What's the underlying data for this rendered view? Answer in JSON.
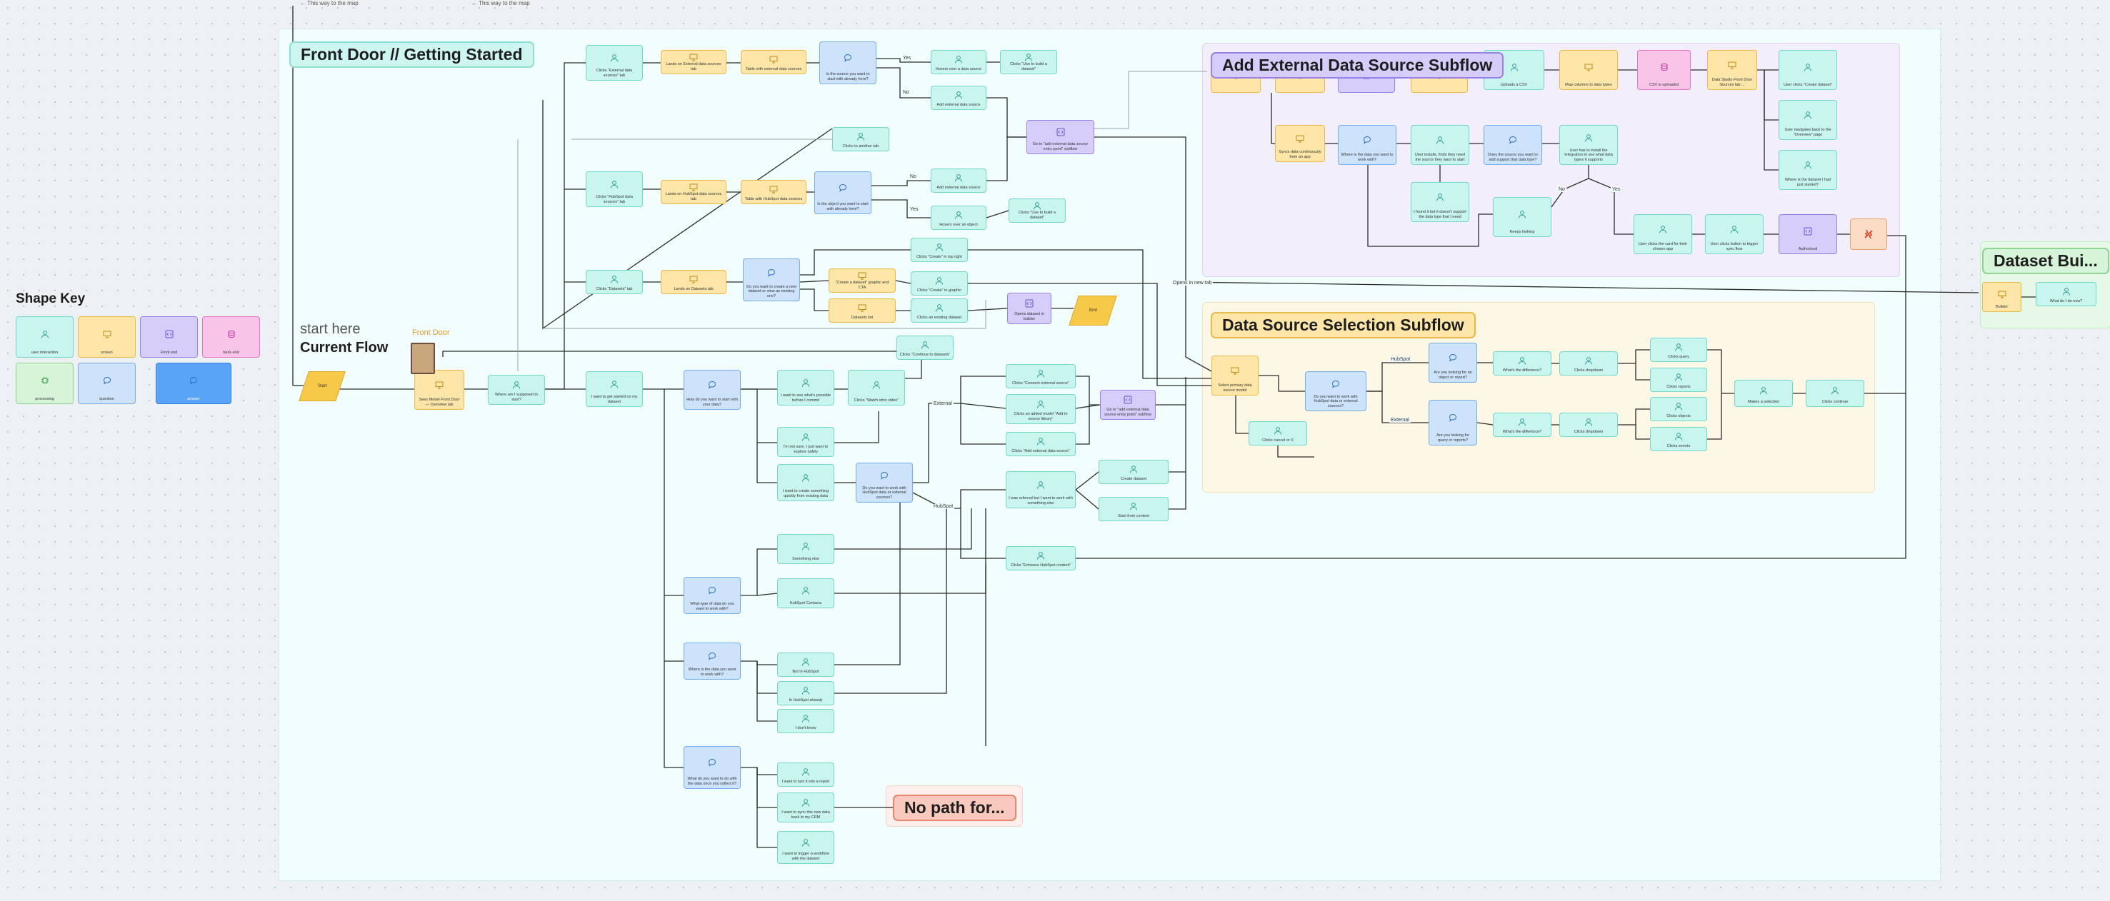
{
  "top_notes": [
    "← This way to the map",
    "← This way to the map"
  ],
  "shape_key": {
    "title": "Shape Key",
    "items": [
      {
        "label": "user interaction",
        "color": "cyan",
        "icon": "person-icon"
      },
      {
        "label": "screen",
        "color": "yellow",
        "icon": "monitor-icon"
      },
      {
        "label": "Front end",
        "color": "purple",
        "icon": "code-icon"
      },
      {
        "label": "back end",
        "color": "pink",
        "icon": "database-icon"
      },
      {
        "label": "processing",
        "color": "green",
        "icon": "processor-icon"
      },
      {
        "label": "question",
        "color": "blue",
        "icon": "speech-bubble-icon"
      },
      {
        "label": "answer",
        "color": "solid-blue",
        "icon": "speech-bubble-icon"
      }
    ]
  },
  "start": {
    "heading": "start here",
    "subheading": "Current Flow",
    "start_label": "Start",
    "front_door_label": "Front Door"
  },
  "sections": {
    "front_door": "Front Door // Getting Started",
    "add_external": "Add External Data Source Subflow",
    "data_source_selection": "Data Source Selection Subflow",
    "dataset_builder": "Dataset Bui...",
    "no_path": "No path for..."
  },
  "edge_labels": {
    "yes": "Yes",
    "no": "No",
    "external": "External",
    "hubspot": "HubSpot",
    "opens_new_tab": "Opens in new tab"
  },
  "nodes": [
    {
      "id": "n1",
      "color": "yellow",
      "icon": "monitor-icon",
      "label": "Sees Model Front Door — Overview tab"
    },
    {
      "id": "n2",
      "color": "cyan",
      "icon": "person-icon",
      "label": "Where am I supposed to start?"
    },
    {
      "id": "n3",
      "color": "cyan",
      "icon": "person-icon",
      "label": "Clicks \"External data sources\" tab"
    },
    {
      "id": "n4",
      "color": "yellow",
      "icon": "monitor-icon",
      "label": "Lands on External data sources tab"
    },
    {
      "id": "n5",
      "color": "yellow",
      "icon": "monitor-icon",
      "label": "Table with external data sources"
    },
    {
      "id": "n6",
      "color": "blue",
      "icon": "speech-bubble-icon",
      "label": "Is the source you want to start with already here?"
    },
    {
      "id": "n7",
      "color": "cyan",
      "icon": "person-icon",
      "label": "Hovers over a data source"
    },
    {
      "id": "n8",
      "color": "cyan",
      "icon": "person-icon",
      "label": "Clicks \"Use to build a dataset\""
    },
    {
      "id": "n9",
      "color": "cyan",
      "icon": "person-icon",
      "label": "Add external data source"
    },
    {
      "id": "n10",
      "color": "purple",
      "icon": "code-icon",
      "label": "Go to \"add external data source entry point\" subflow"
    },
    {
      "id": "n11",
      "color": "cyan",
      "icon": "person-icon",
      "label": "Clicks to another tab"
    },
    {
      "id": "n12",
      "color": "cyan",
      "icon": "person-icon",
      "label": "Clicks \"HubSpot data sources\" tab"
    },
    {
      "id": "n13",
      "color": "yellow",
      "icon": "monitor-icon",
      "label": "Lands on HubSpot data sources tab"
    },
    {
      "id": "n14",
      "color": "yellow",
      "icon": "monitor-icon",
      "label": "Table with HubSpot data sources"
    },
    {
      "id": "n15",
      "color": "blue",
      "icon": "speech-bubble-icon",
      "label": "Is the object you want to start with already here?"
    },
    {
      "id": "n16",
      "color": "cyan",
      "icon": "person-icon",
      "label": "Add external data source"
    },
    {
      "id": "n17",
      "color": "cyan",
      "icon": "person-icon",
      "label": "Hovers over an object"
    },
    {
      "id": "n18",
      "color": "cyan",
      "icon": "person-icon",
      "label": "Clicks \"Use to build a dataset\""
    },
    {
      "id": "n19",
      "color": "cyan",
      "icon": "person-icon",
      "label": "Clicks \"Datasets\" tab"
    },
    {
      "id": "n20",
      "color": "yellow",
      "icon": "monitor-icon",
      "label": "Lands on Datasets tab"
    },
    {
      "id": "n21",
      "color": "blue",
      "icon": "speech-bubble-icon",
      "label": "Do you want to create a new dataset or view an existing one?"
    },
    {
      "id": "n22",
      "color": "cyan",
      "icon": "person-icon",
      "label": "Clicks \"Create\" in top right"
    },
    {
      "id": "n23",
      "color": "yellow",
      "icon": "monitor-icon",
      "label": "\"Create a dataset\" graphic and CTA"
    },
    {
      "id": "n24",
      "color": "cyan",
      "icon": "person-icon",
      "label": "Clicks \"Create\" in graphic"
    },
    {
      "id": "n25",
      "color": "yellow",
      "icon": "monitor-icon",
      "label": "Datasets list"
    },
    {
      "id": "n26",
      "color": "cyan",
      "icon": "person-icon",
      "label": "Clicks an existing dataset"
    },
    {
      "id": "n27",
      "color": "purple",
      "icon": "code-icon",
      "label": "Opens dataset in builder"
    },
    {
      "id": "n28",
      "color": "cyan",
      "icon": "person-icon",
      "label": "I want to get started on my dataset"
    },
    {
      "id": "n29",
      "color": "blue",
      "icon": "speech-bubble-icon",
      "label": "How do you want to start with your data?"
    },
    {
      "id": "n30",
      "color": "cyan",
      "icon": "person-icon",
      "label": "I want to see what's possible before I commit"
    },
    {
      "id": "n31",
      "color": "cyan",
      "icon": "person-icon",
      "label": "Clicks \"Watch intro video\""
    },
    {
      "id": "n32",
      "color": "cyan",
      "icon": "person-icon",
      "label": "Clicks \"Continue to datasets\""
    },
    {
      "id": "n33",
      "color": "cyan",
      "icon": "person-icon",
      "label": "I'm not sure, I just want to explore safely"
    },
    {
      "id": "n34",
      "color": "cyan",
      "icon": "person-icon",
      "label": "I want to create something quickly from existing data"
    },
    {
      "id": "n35",
      "color": "blue",
      "icon": "speech-bubble-icon",
      "label": "Do you want to work with HubSpot data or external sources?"
    },
    {
      "id": "n36",
      "color": "cyan",
      "icon": "person-icon",
      "label": "Clicks \"Connect external source\""
    },
    {
      "id": "n37",
      "color": "cyan",
      "icon": "person-icon",
      "label": "Clicks an added model \"Add to source library\""
    },
    {
      "id": "n38",
      "color": "cyan",
      "icon": "person-icon",
      "label": "Clicks \"Add external data source\""
    },
    {
      "id": "n39",
      "color": "purple",
      "icon": "code-icon",
      "label": "Go to \"add external data source entry point\" subflow"
    },
    {
      "id": "n40",
      "color": "cyan",
      "icon": "person-icon",
      "label": "I was referred but I want to work with something else"
    },
    {
      "id": "n41",
      "color": "cyan",
      "icon": "person-icon",
      "label": "Create dataset"
    },
    {
      "id": "n42",
      "color": "cyan",
      "icon": "person-icon",
      "label": "Start from content"
    },
    {
      "id": "n43",
      "color": "cyan",
      "icon": "person-icon",
      "label": "Clicks \"Enhance HubSpot content\""
    },
    {
      "id": "n44",
      "color": "blue",
      "icon": "speech-bubble-icon",
      "label": "What type of data do you want to work with?"
    },
    {
      "id": "n45",
      "color": "cyan",
      "icon": "person-icon",
      "label": "Something else"
    },
    {
      "id": "n46",
      "color": "cyan",
      "icon": "person-icon",
      "label": "HubSpot Contacts"
    },
    {
      "id": "n47",
      "color": "blue",
      "icon": "speech-bubble-icon",
      "label": "Where is the data you want to work with?"
    },
    {
      "id": "n48",
      "color": "cyan",
      "icon": "person-icon",
      "label": "Not in HubSpot"
    },
    {
      "id": "n49",
      "color": "cyan",
      "icon": "person-icon",
      "label": "In HubSpot already"
    },
    {
      "id": "n50",
      "color": "cyan",
      "icon": "person-icon",
      "label": "I don't know"
    },
    {
      "id": "n51",
      "color": "blue",
      "icon": "speech-bubble-icon",
      "label": "What do you want to do with the data once you collect it?"
    },
    {
      "id": "n52",
      "color": "cyan",
      "icon": "person-icon",
      "label": "I want to turn it into a report"
    },
    {
      "id": "n53",
      "color": "cyan",
      "icon": "person-icon",
      "label": "I want to sync this new data back to my CRM"
    },
    {
      "id": "n54",
      "color": "cyan",
      "icon": "person-icon",
      "label": "I want to trigger a workflow with the dataset"
    },
    {
      "id": "n55",
      "color": "yellow",
      "icon": "monitor-icon",
      "label": ""
    },
    {
      "id": "n56",
      "color": "yellow",
      "icon": "monitor-icon",
      "label": ""
    },
    {
      "id": "n57",
      "color": "purple",
      "icon": "code-icon",
      "label": ""
    },
    {
      "id": "n58",
      "color": "yellow",
      "icon": "monitor-icon",
      "label": ""
    },
    {
      "id": "n59",
      "color": "cyan",
      "icon": "person-icon",
      "label": "Uploads a CSV"
    },
    {
      "id": "n60",
      "color": "yellow",
      "icon": "monitor-icon",
      "label": "Map columns to data types"
    },
    {
      "id": "n61",
      "color": "pink",
      "icon": "database-icon",
      "label": "CSV is uploaded"
    },
    {
      "id": "n62",
      "color": "yellow",
      "icon": "monitor-icon",
      "label": "Data Studio Front Door Sources tab ..."
    },
    {
      "id": "n63",
      "color": "cyan",
      "icon": "person-icon",
      "label": "User clicks \"Create dataset\""
    },
    {
      "id": "n64",
      "color": "cyan",
      "icon": "person-icon",
      "label": "User navigates back to the \"Overview\" page"
    },
    {
      "id": "n65",
      "color": "cyan",
      "icon": "person-icon",
      "label": "Where is the dataset I had just started?"
    },
    {
      "id": "n66",
      "color": "yellow",
      "icon": "monitor-icon",
      "label": "Syncs data continuously from an app"
    },
    {
      "id": "n67",
      "color": "blue",
      "icon": "speech-bubble-icon",
      "label": "Where is the data you want to work with?"
    },
    {
      "id": "n68",
      "color": "cyan",
      "icon": "person-icon",
      "label": "User installs, finds they need the source they want to start"
    },
    {
      "id": "n69",
      "color": "blue",
      "icon": "speech-bubble-icon",
      "label": "Does the source you want to add support that data type?"
    },
    {
      "id": "n70",
      "color": "cyan",
      "icon": "person-icon",
      "label": "User has to install the integration to see what data types it supports"
    },
    {
      "id": "n71",
      "color": "cyan",
      "icon": "person-icon",
      "label": "I found it but it doesn't support the data type that I need"
    },
    {
      "id": "n72",
      "color": "cyan",
      "icon": "person-icon",
      "label": "Keeps looking"
    },
    {
      "id": "n73",
      "color": "cyan",
      "icon": "person-icon",
      "label": "User clicks the card for their chosen app"
    },
    {
      "id": "n74",
      "color": "cyan",
      "icon": "person-icon",
      "label": "User clicks button to trigger sync flow"
    },
    {
      "id": "n75",
      "color": "purple",
      "icon": "code-icon",
      "label": "Authorized"
    },
    {
      "id": "n76",
      "color": "orange",
      "icon": "broken-icon",
      "label": ""
    },
    {
      "id": "n77",
      "color": "yellow",
      "icon": "monitor-icon",
      "label": "Select primary data source model"
    },
    {
      "id": "n78",
      "color": "cyan",
      "icon": "person-icon",
      "label": "Clicks cancel or X"
    },
    {
      "id": "n79",
      "color": "blue",
      "icon": "speech-bubble-icon",
      "label": "Do you want to work with HubSpot data or external sources?"
    },
    {
      "id": "n80",
      "color": "blue",
      "icon": "speech-bubble-icon",
      "label": "Are you looking for an object or report?"
    },
    {
      "id": "n81",
      "color": "cyan",
      "icon": "person-icon",
      "label": "What's the difference?"
    },
    {
      "id": "n82",
      "color": "cyan",
      "icon": "person-icon",
      "label": "Clicks dropdown"
    },
    {
      "id": "n83",
      "color": "cyan",
      "icon": "person-icon",
      "label": "Clicks query"
    },
    {
      "id": "n84",
      "color": "cyan",
      "icon": "person-icon",
      "label": "Clicks reports"
    },
    {
      "id": "n85",
      "color": "blue",
      "icon": "speech-bubble-icon",
      "label": "Are you looking for query or reports?"
    },
    {
      "id": "n86",
      "color": "cyan",
      "icon": "person-icon",
      "label": "What's the difference?"
    },
    {
      "id": "n87",
      "color": "cyan",
      "icon": "person-icon",
      "label": "Clicks dropdown"
    },
    {
      "id": "n88",
      "color": "cyan",
      "icon": "person-icon",
      "label": "Clicks objects"
    },
    {
      "id": "n89",
      "color": "cyan",
      "icon": "person-icon",
      "label": "Clicks events"
    },
    {
      "id": "n90",
      "color": "cyan",
      "icon": "person-icon",
      "label": "Makes a selection"
    },
    {
      "id": "n91",
      "color": "cyan",
      "icon": "person-icon",
      "label": "Clicks continue"
    },
    {
      "id": "n92",
      "color": "yellow",
      "icon": "monitor-icon",
      "label": "Builder"
    },
    {
      "id": "n93",
      "color": "cyan",
      "icon": "person-icon",
      "label": "What do I do now?"
    }
  ],
  "end_labels": {
    "end": "End"
  }
}
